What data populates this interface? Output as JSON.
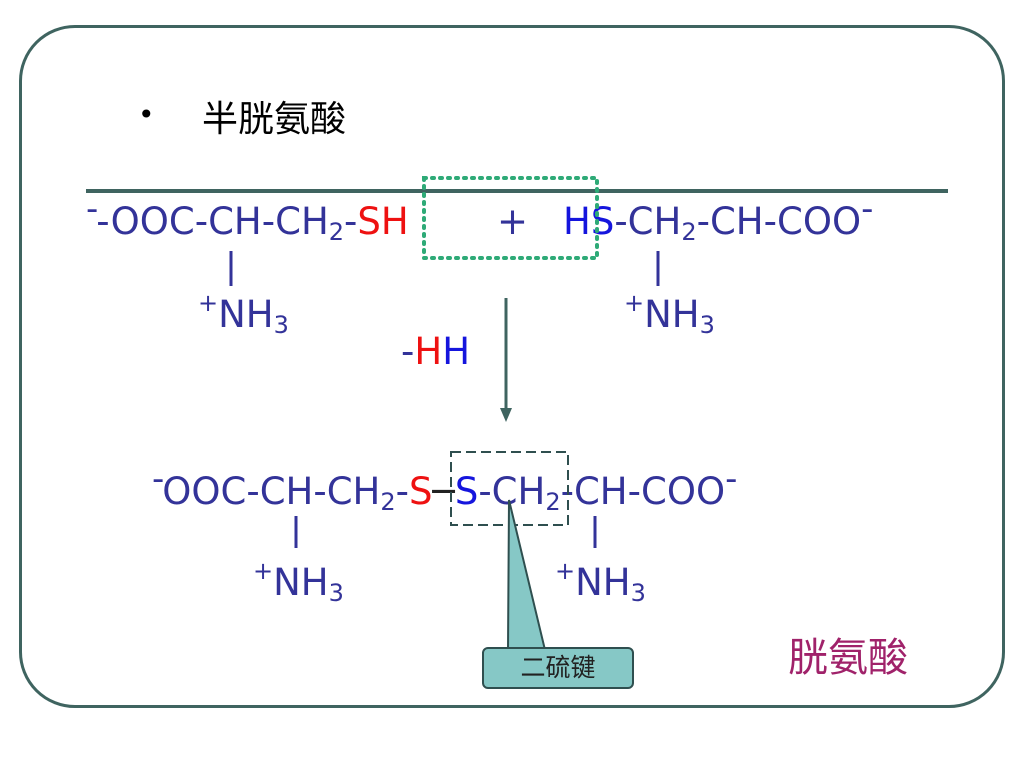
{
  "title": "半胱氨酸",
  "bullet": "•",
  "reactant_left": {
    "lead": "-OOC-CH-CH",
    "sub": "2",
    "dash": "-",
    "s": "S",
    "h": "H"
  },
  "plus": "+",
  "reactant_right": {
    "h": "H",
    "s": "S",
    "mid": "-CH",
    "sub": "2",
    "tail": "-CH-COO",
    "charge": "-"
  },
  "left_charge": "-",
  "amine": {
    "plus": "+",
    "base": "NH",
    "sub": "3"
  },
  "eliminated": {
    "dash": "-",
    "h1": "H",
    "h2": "H"
  },
  "product_formula": {
    "charge": "-",
    "lead": "OOC-CH-CH",
    "sub": "2",
    "dash": "-",
    "s1": "S",
    "bond": "─",
    "s2": "S",
    "dash2": "-",
    "mid": "CH",
    "sub2": "2",
    "tail": "-CH-COO",
    "charge2": "-"
  },
  "bond_callout": "二硫键",
  "product_name": "胱氨酸",
  "colors": {
    "frame": "#3f6460",
    "formula": "#333399",
    "sulfur_left": "#ee1111",
    "sulfur_right": "#1515dd",
    "product_name": "#a0226a",
    "callout_fill": "#86c8c6",
    "dotted_box": "#2eaa77"
  }
}
